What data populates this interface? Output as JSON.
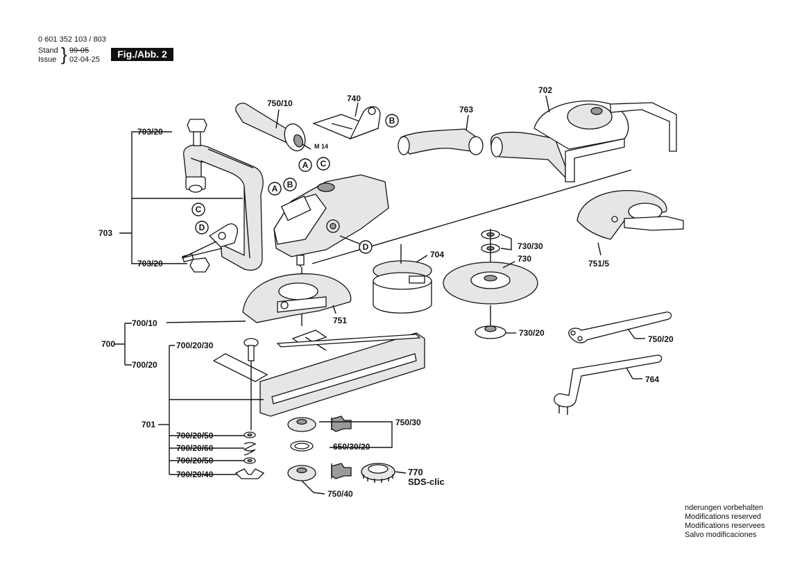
{
  "header": {
    "part_number": "0 601 352 103 / 803",
    "stand_label": "Stand",
    "stand_value": "99-05",
    "issue_label": "Issue",
    "issue_value": "02-04-25",
    "figure_badge": "Fig./Abb. 2"
  },
  "labels": {
    "p750_10": "750/10",
    "p740": "740",
    "p763": "763",
    "p702": "702",
    "p703_20_top": "703/20",
    "p703": "703",
    "p703_20_bottom": "703/20",
    "m14": "M 14",
    "p730_30": "730/30",
    "p704": "704",
    "p730": "730",
    "p751_5": "751/5",
    "p751": "751",
    "p700_10": "700/10",
    "p700": "700",
    "p700_20_30": "700/20/30",
    "p700_20": "700/20",
    "p730_20": "730/20",
    "p750_20": "750/20",
    "p764": "764",
    "p701": "701",
    "p700_20_50_a": "700/20/50",
    "p700_20_60": "700/20/60",
    "p700_20_50_b": "700/20/50",
    "p700_20_40": "700/20/40",
    "p750_30": "750/30",
    "p650_30_20": "650/30/20",
    "p770": "770",
    "sds_clic": "SDS-clic",
    "p750_40": "750/40"
  },
  "markers": {
    "a": "A",
    "b": "B",
    "c": "C",
    "d": "D"
  },
  "notes": [
    "nderungen vorbehalten",
    "Modifications reserved",
    "Modifications reservees",
    "Salvo modificaciones"
  ]
}
